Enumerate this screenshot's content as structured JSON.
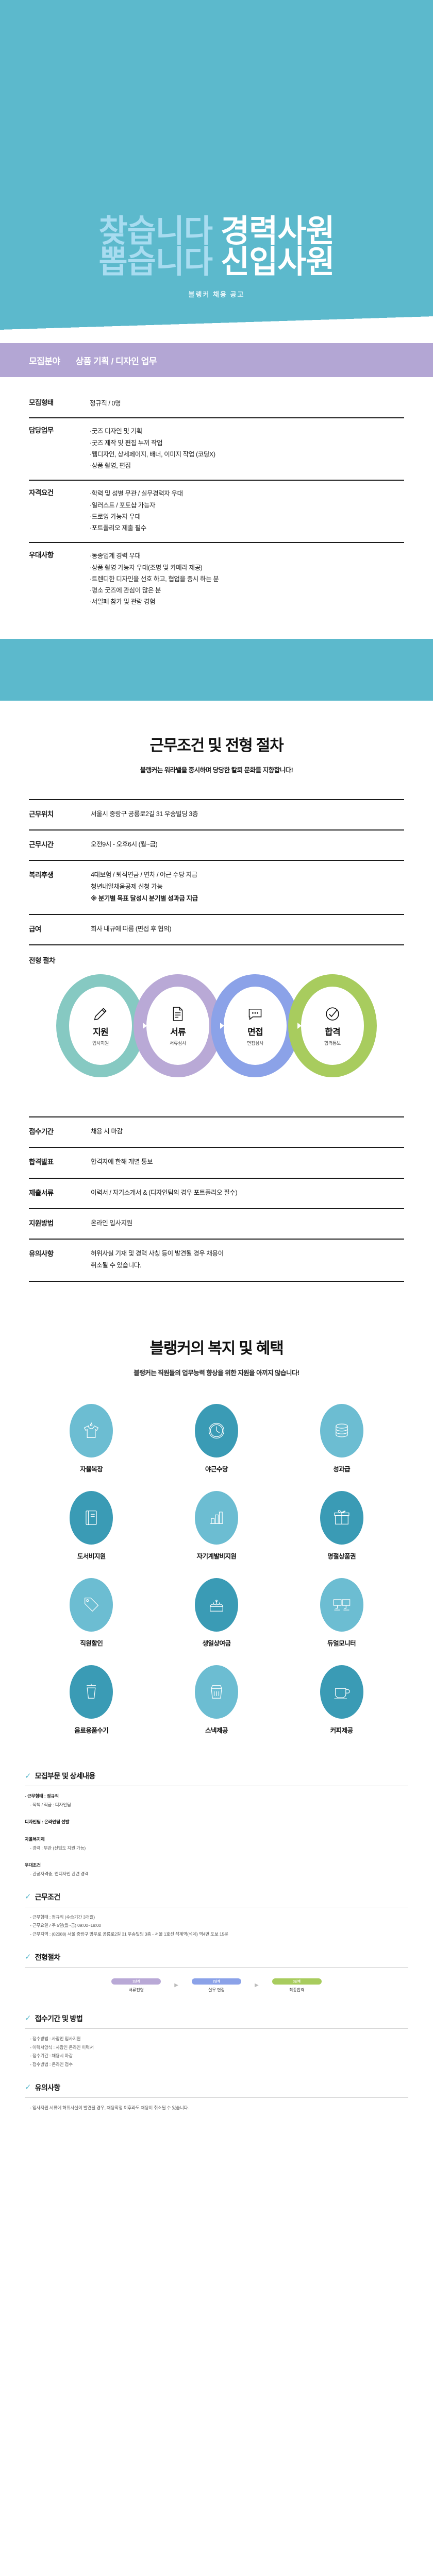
{
  "hero": {
    "lines": [
      {
        "light": "찾습니다",
        "white": "경력사원"
      },
      {
        "light": "뽑습니다",
        "white": "신입사원"
      }
    ],
    "subtitle": "블랭커 채용 공고",
    "bg_color": "#5cb9cc",
    "light_color": "#a8dcf0"
  },
  "purple_bar": {
    "label": "모집분야",
    "value": "상품 기획 / 디자인 업무",
    "bg_color": "#b3a6d4"
  },
  "info_table": [
    {
      "key": "모집형태",
      "values": [
        "정규직 / 0명"
      ]
    },
    {
      "key": "담당업무",
      "values": [
        "·굿즈 디자인 및 기획",
        "·굿즈 제작 및 편집 누끼 작업",
        "·웹디자인, 상세페이지, 배너, 이미지 작업 (코딩X)",
        "·상품 촬영, 편집"
      ]
    },
    {
      "key": "자격요건",
      "values": [
        "·학력 및 성별 무관 / 실무경력자 우대",
        "·일러스트 / 포토샵 가능자",
        "·드로잉 가능자 우대",
        "·포트폴리오 제출 필수"
      ]
    },
    {
      "key": "우대사항",
      "values": [
        "·동종업계 경력 우대",
        "·상품 촬영 가능자 우대(조명 및 카메라 제공)",
        "·트렌디한 디자인을 선호 하고, 협업을 중시 하는 분",
        "·평소 굿즈에 관심이 많은 분",
        "·서일페 참가 및 관람 경험"
      ]
    }
  ],
  "work_section": {
    "title": "근무조건 및 전형 절차",
    "subtitle": "블랭커는 워라밸을 중시하며 당당한 칼퇴 문화를 지향합니다!",
    "rows_top": [
      {
        "key": "근무위치",
        "values": [
          "서울시 중랑구 공릉로2길 31 우송빌딩 3층"
        ]
      },
      {
        "key": "근무시간",
        "values": [
          "오전9시 - 오후6시 (월~금)"
        ]
      },
      {
        "key": "복리후생",
        "values": [
          "4대보험 / 퇴직연금 / 연차 / 야근 수당 지급",
          "청년내일채움공제 신청 가능",
          "※ 분기별 목표 달성시 분기별 성과금 지급"
        ],
        "bold_index": 2
      },
      {
        "key": "급여",
        "values": [
          "회사 내규에 따름 (면접 후 협의)"
        ]
      }
    ],
    "flow_label": "전형 절차",
    "flow": [
      {
        "name": "지원",
        "desc": "입사지원",
        "color": "#86c9c2",
        "icon": "pencil-icon"
      },
      {
        "name": "서류",
        "desc": "서류심사",
        "color": "#b9a9d6",
        "icon": "document-icon"
      },
      {
        "name": "면접",
        "desc": "면접심사",
        "color": "#8ba2e8",
        "icon": "chat-icon"
      },
      {
        "name": "합격",
        "desc": "합격통보",
        "color": "#a8cc5e",
        "icon": "check-circle-icon"
      }
    ],
    "rows_bottom": [
      {
        "key": "접수기간",
        "values": [
          "채용 시 마감"
        ]
      },
      {
        "key": "합격발표",
        "values": [
          "합격자에 한해 개별 통보"
        ]
      },
      {
        "key": "제출서류",
        "values": [
          "이력서 / 자기소개서 & (디자인팀의 경우 포트폴리오 필수)"
        ]
      },
      {
        "key": "지원방법",
        "values": [
          "온라인 입사지원"
        ]
      },
      {
        "key": "유의사항",
        "values": [
          "허위사실 기재 및 경력 사칭 등이 발견될 경우 채용이",
          "취소될 수 있습니다."
        ]
      }
    ]
  },
  "benefits_section": {
    "title": "블랭커의 복지 및 혜택",
    "subtitle": "블랭커는 직원들의 업무능력 향상을 위한 지원을 아끼지 않습니다!",
    "items": [
      {
        "label": "자율복장",
        "icon": "tshirt-icon",
        "color": "#6cbdd2"
      },
      {
        "label": "야근수당",
        "icon": "clock-icon",
        "color": "#3a9bb5"
      },
      {
        "label": "성과급",
        "icon": "coins-icon",
        "color": "#6cbdd2"
      },
      {
        "label": "도서비지원",
        "icon": "book-icon",
        "color": "#3a9bb5"
      },
      {
        "label": "자기계발비지원",
        "icon": "growth-icon",
        "color": "#6cbdd2"
      },
      {
        "label": "명절상품권",
        "icon": "gift-icon",
        "color": "#3a9bb5"
      },
      {
        "label": "직원할인",
        "icon": "tag-icon",
        "color": "#6cbdd2"
      },
      {
        "label": "생일상여금",
        "icon": "cake-icon",
        "color": "#3a9bb5"
      },
      {
        "label": "듀얼모니터",
        "icon": "monitor-icon",
        "color": "#6cbdd2"
      },
      {
        "label": "음료용품수기",
        "icon": "drink-icon",
        "color": "#3a9bb5"
      },
      {
        "label": "스낵제공",
        "icon": "snack-icon",
        "color": "#6cbdd2"
      },
      {
        "label": "커피제공",
        "icon": "coffee-icon",
        "color": "#3a9bb5"
      }
    ]
  },
  "details": [
    {
      "title": "모집부문 및 상세내용",
      "check": "✓",
      "lines": [
        {
          "t": "- 근무형태 : 정규직",
          "c": "sub"
        },
        {
          "t": "- 직책 / 직급 : 디자인팀",
          "c": "ind"
        },
        {
          "t": "",
          "c": "ind"
        },
        {
          "t": "디자인팀 : 온라인팀 선발",
          "c": "sub"
        },
        {
          "t": "",
          "c": "ind"
        },
        {
          "t": "자율복지제",
          "c": "sub"
        },
        {
          "t": "- 경력 : 무관 (신입도 지원 가능)",
          "c": "ind"
        },
        {
          "t": "",
          "c": "ind"
        },
        {
          "t": "우대조건",
          "c": "sub"
        },
        {
          "t": "- 관공자격증, 웹디자인 관련 경력",
          "c": "ind"
        }
      ]
    },
    {
      "title": "근무조건",
      "check": "✓",
      "lines": [
        {
          "t": "- 근무형태 : 정규직 (수습기간 3개월)",
          "c": "ind"
        },
        {
          "t": "- 근무요일 / 주 5일(월~금) 09:00~18:00",
          "c": "ind"
        },
        {
          "t": "- 근무지역 : (02088) 서울 중랑구 망우로 공릉로2길 31 우송빌딩 3층 - 서울 1호선 석계역(석계) 역4번 도보 15분",
          "c": "ind"
        }
      ]
    },
    {
      "title": "전형절차",
      "check": "✓",
      "mini_flow": [
        {
          "step": "1단계",
          "cap": "서류전형",
          "color": "#b9a9d6"
        },
        {
          "step": "2단계",
          "cap": "실무 면접",
          "color": "#8ba2e8"
        },
        {
          "step": "3단계",
          "cap": "최종합격",
          "color": "#a8cc5e"
        }
      ]
    },
    {
      "title": "접수기간 및 방법",
      "check": "✓",
      "lines": [
        {
          "t": "- 접수방법 : 사람인 입사지원",
          "c": "ind"
        },
        {
          "t": "- 이력서양식 : 사람인 온라인 이력서",
          "c": "ind"
        },
        {
          "t": "- 접수기간 : 채용시 마감",
          "c": "ind"
        },
        {
          "t": "- 접수방법 : 온라인 접수",
          "c": "ind"
        }
      ]
    },
    {
      "title": "유의사항",
      "check": "✓",
      "lines": [
        {
          "t": "- 입사지원 서류에 허위사실이 발견될 경우, 채용확정 이후라도 채용이 취소될 수 있습니다.",
          "c": "ind"
        }
      ]
    }
  ]
}
